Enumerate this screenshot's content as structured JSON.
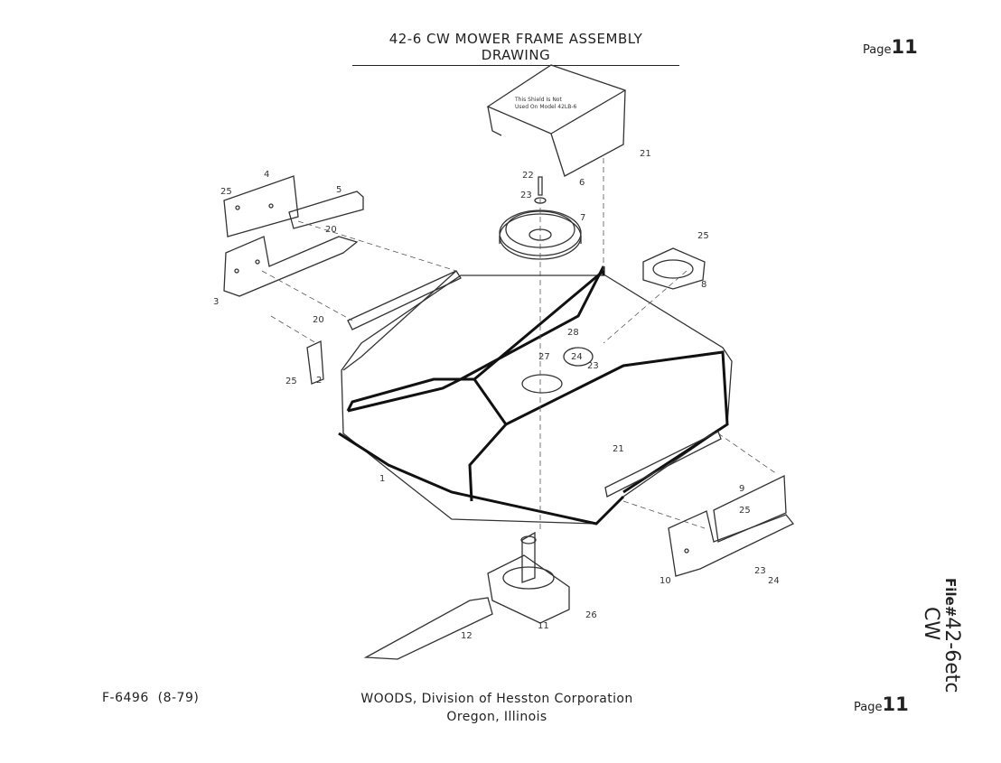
{
  "title": "42-6 CW MOWER FRAME ASSEMBLY DRAWING",
  "page_label": "Page",
  "page_number": "11",
  "form_number": "F-6496",
  "form_date": "(8-79)",
  "footer": {
    "line1": "WOODS, Division of Hesston Corporation",
    "line2": "Oregon, Illinois"
  },
  "file_stamp": {
    "prefix": "File#",
    "line1": "42-6etc",
    "line2": "CW"
  },
  "shield_note": {
    "line1": "This Shield Is Not",
    "line2": "Used On Model 42LB-6"
  },
  "callouts": {
    "c1": "1",
    "c2": "2",
    "c3": "3",
    "c4": "4",
    "c5": "5",
    "c6": "6",
    "c7": "7",
    "c8": "8",
    "c9": "9",
    "c10": "10",
    "c11": "11",
    "c12": "12",
    "c20a": "20",
    "c20b": "20",
    "c21a": "21",
    "c21b": "21",
    "c22": "22",
    "c23a": "23",
    "c23b": "23",
    "c23c": "23",
    "c24a": "24",
    "c24b": "24",
    "c25a": "25",
    "c25b": "25",
    "c25c": "25",
    "c25d": "25",
    "c26": "26",
    "c27": "27",
    "c28": "28"
  }
}
